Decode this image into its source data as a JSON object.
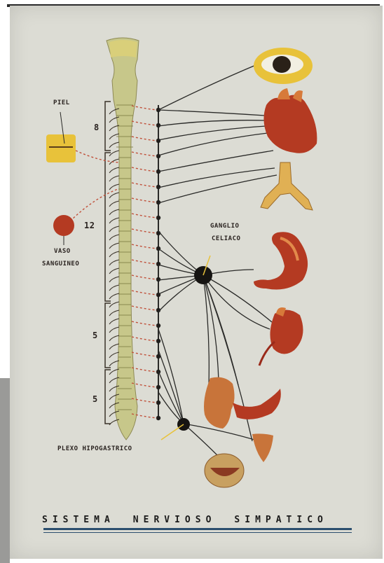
{
  "labels": {
    "piel": "PIEL",
    "vaso_line1": "VASO",
    "vaso_line2": "SANGUINEO",
    "ganglio_line1": "GANGLIO",
    "ganglio_line2": "CELIACO",
    "plexo": "PLEXO HIPOGASTRICO"
  },
  "segments": {
    "cervical": "8",
    "thoracic": "12",
    "lumbar": "5",
    "sacral": "5"
  },
  "title": {
    "word1": "SISTEMA",
    "word2": "NERVIOSO",
    "word3": "SIMPATICO"
  },
  "colors": {
    "spine": "#c9c97a",
    "nerve": "#2a2a28",
    "dotted_nerve": "#c0503a",
    "organ": "#b43a22",
    "background": "#dcdcd4",
    "title_rule": "#2b4e6e"
  }
}
